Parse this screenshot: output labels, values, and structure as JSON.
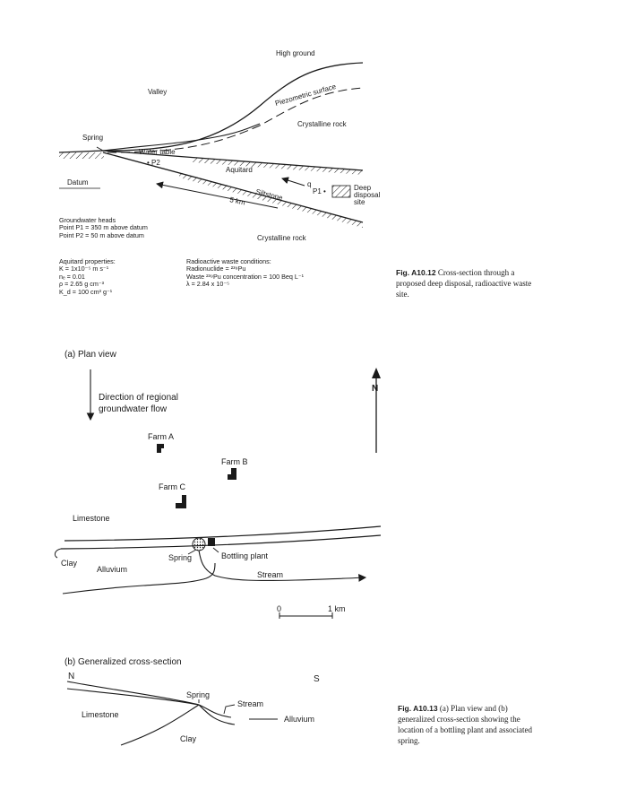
{
  "fig_a10_12": {
    "labels": {
      "high_ground": "High ground",
      "valley": "Valley",
      "piezometric_surface": "Piezometric surface",
      "crystalline_rock_top": "Crystalline rock",
      "spring": "Spring",
      "water_table": "Water table",
      "p2": "• P2",
      "aquitard": "Aquitard",
      "q": "q",
      "p1": "P1 •",
      "deep_disposal_line1": "Deep",
      "deep_disposal_line2": "disposal",
      "deep_disposal_line3": "site",
      "datum": "Datum",
      "siltstone": "Siltstone",
      "distance": "5 km",
      "crystalline_rock_bottom": "Crystalline rock"
    },
    "groundwater_heads": {
      "title": "Groundwater heads",
      "p1": "Point P1 = 350 m above datum",
      "p2": "Point P2 = 50 m above datum"
    },
    "aquitard_properties": {
      "title": "Aquitard properties:",
      "k": "K = 1x10⁻⁵ m s⁻¹",
      "ne": "nₑ = 0.01",
      "rho": "ρ = 2.65 g cm⁻³",
      "kd": "K_d = 100 cm³ g⁻¹"
    },
    "waste_conditions": {
      "title": "Radioactive waste conditions:",
      "radionuclide": "Radionuclide = ²³⁹Pu",
      "concentration": "Waste ²³⁹Pu concentration = 100 Beq L⁻¹",
      "lambda": "λ = 2.84 x 10⁻⁵"
    },
    "caption": {
      "label": "Fig. A10.12",
      "text": "Cross-section through a proposed deep disposal, radioactive waste site."
    }
  },
  "fig_a10_13": {
    "plan_view": {
      "title": "(a) Plan view",
      "flow_line1": "Direction of regional",
      "flow_line2": "groundwater flow",
      "north": "N",
      "farm_a": "Farm A",
      "farm_b": "Farm B",
      "farm_c": "Farm C",
      "limestone": "Limestone",
      "clay": "Clay",
      "spring": "Spring",
      "bottling_plant": "Bottling plant",
      "alluvium": "Alluvium",
      "stream": "Stream",
      "scale_start": "0",
      "scale_end": "1 km"
    },
    "cross_section": {
      "title": "(b) Generalized cross-section",
      "north": "N",
      "south": "S",
      "spring": "Spring",
      "stream": "Stream",
      "limestone": "Limestone",
      "alluvium": "Alluvium",
      "clay": "Clay"
    },
    "caption": {
      "label": "Fig. A10.13",
      "text": "(a) Plan view and (b) generalized cross-section showing the location of a bottling plant and associated spring."
    }
  }
}
